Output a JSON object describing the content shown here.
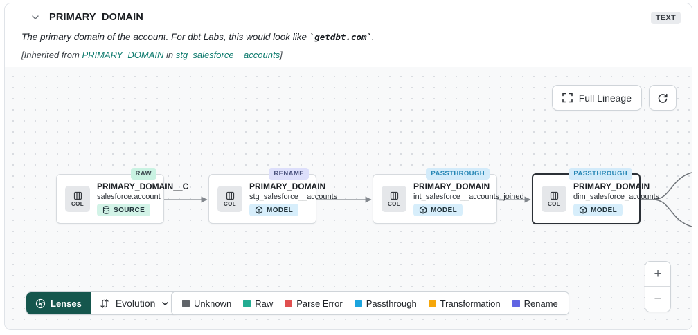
{
  "header": {
    "title": "PRIMARY_DOMAIN",
    "type_badge": "TEXT",
    "description_prefix": "The primary domain of the account. For dbt Labs, this would look like ",
    "description_code": "`getdbt.com`",
    "description_suffix": ".",
    "inherited_prefix": "[Inherited from ",
    "inherited_link_column": "PRIMARY_DOMAIN",
    "inherited_mid": " in ",
    "inherited_link_model": "stg_salesforce__accounts",
    "inherited_suffix": "]"
  },
  "canvas": {
    "full_lineage_label": "Full Lineage",
    "nodes": [
      {
        "title": "PRIMARY_DOMAIN__C",
        "subtitle": "salesforce.account",
        "kind": "SOURCE",
        "badge": "RAW",
        "col_label": "COL"
      },
      {
        "title": "PRIMARY_DOMAIN",
        "subtitle": "stg_salesforce__accounts",
        "kind": "MODEL",
        "badge": "RENAME",
        "col_label": "COL"
      },
      {
        "title": "PRIMARY_DOMAIN",
        "subtitle": "int_salesforce__accounts_joined",
        "kind": "MODEL",
        "badge": "PASSTHROUGH",
        "col_label": "COL"
      },
      {
        "title": "PRIMARY_DOMAIN",
        "subtitle": "dim_salesforce_accounts",
        "kind": "MODEL",
        "badge": "PASSTHROUGH",
        "col_label": "COL"
      }
    ],
    "zoom_in_label": "+",
    "zoom_out_label": "−"
  },
  "footer": {
    "lenses_label": "Lenses",
    "evolution_label": "Evolution",
    "legend": [
      {
        "label": "Unknown",
        "color": "#606469"
      },
      {
        "label": "Raw",
        "color": "#23ac92"
      },
      {
        "label": "Parse Error",
        "color": "#e04f4f"
      },
      {
        "label": "Passthrough",
        "color": "#1ba4de"
      },
      {
        "label": "Transformation",
        "color": "#f6a70a"
      },
      {
        "label": "Rename",
        "color": "#6165e3"
      }
    ]
  },
  "colors": {
    "lenses_bg": "#15564d",
    "link": "#0d7a6d",
    "edge": "#82878d"
  }
}
